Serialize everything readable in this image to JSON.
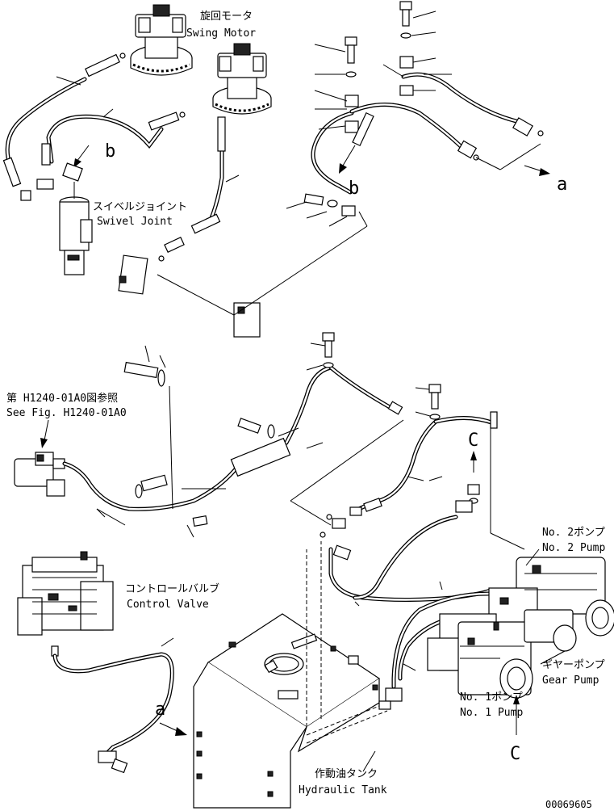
{
  "labels": {
    "swing_motor_jp": "旋回モータ",
    "swing_motor_en": "Swing Motor",
    "swivel_joint_jp": "スイベルジョイント",
    "swivel_joint_en": "Swivel Joint",
    "ref_fig_jp": "第 H1240-01A0図参照",
    "ref_fig_en": "See Fig. H1240-01A0",
    "control_valve_jp": "コントロールバルブ",
    "control_valve_en": "Control Valve",
    "no2_pump_jp": "No. 2ポンプ",
    "no2_pump_en": "No. 2 Pump",
    "gear_pump_jp": "ギヤーポンプ",
    "gear_pump_en": "Gear Pump",
    "no1_pump_jp": "No. 1ポンプ",
    "no1_pump_en": "No. 1 Pump",
    "hydraulic_tank_jp": "作動油タンク",
    "hydraulic_tank_en": "Hydraulic Tank"
  },
  "markers": {
    "a_top": "a",
    "b_left": "b",
    "b_right": "b",
    "c_mid": "C",
    "c_bottom": "C",
    "a_bottom": "a"
  },
  "drawing_number": "00069605"
}
